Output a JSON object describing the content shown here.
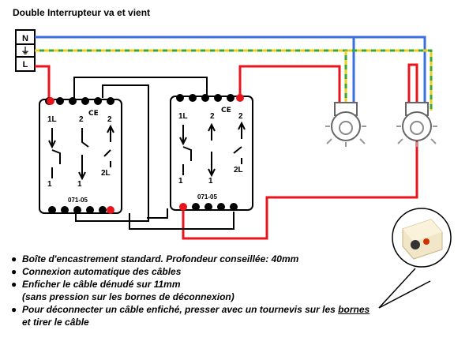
{
  "title": "Double Interrupteur va et vient",
  "terminals": {
    "neutral": "N",
    "earth": "⏚",
    "live": "L"
  },
  "switches": [
    {
      "code": "071-05",
      "labels": [
        "1L",
        "2",
        "2",
        "2L",
        "1",
        "1"
      ]
    },
    {
      "code": "071-05",
      "labels": [
        "1L",
        "2",
        "2",
        "2L",
        "1",
        "1"
      ]
    }
  ],
  "colors": {
    "neutral": "#3b6fe0",
    "earth_a": "#e8d020",
    "earth_b": "#3aa53a",
    "live": "#e8161c",
    "return": "#000000"
  },
  "notes": [
    "Boîte d'encastrement standard. Profondeur conseillée: 40mm",
    "Connexion automatique des câbles",
    "Enficher le câble dénudé sur 11mm",
    "(sans pression sur les bornes de déconnexion)",
    "Pour déconnecter un câble enfiché, presser avec un tournevis sur les",
    "bornes",
    "et tirer le câble"
  ]
}
